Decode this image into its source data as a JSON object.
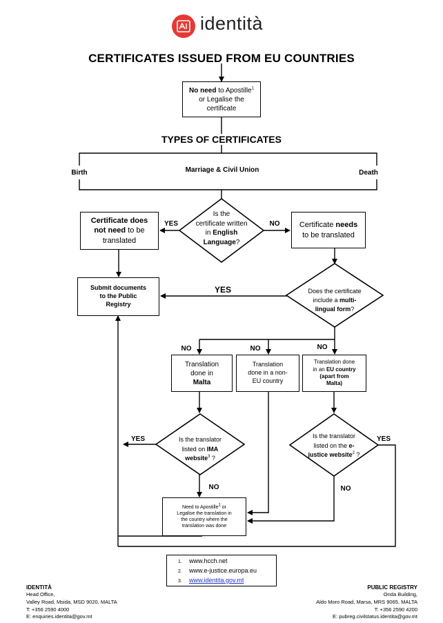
{
  "brand": {
    "name": "identità",
    "accent": "#e53935"
  },
  "title": "CERTIFICATES ISSUED FROM EU COUNTRIES",
  "apostille_box": {
    "bold": "No need",
    "rest_line1": " to Apostille",
    "sup": "1",
    "line2": "or Legalise the",
    "line3": "certificate"
  },
  "types_title": "TYPES OF CERTIFICATES",
  "types": {
    "left": "Birth",
    "middle": "Marriage & Civil Union",
    "right": "Death"
  },
  "decision_english": {
    "line1": "Is the",
    "line2": "certificate written",
    "line3_pre": "in ",
    "line3_bold": "English",
    "line4_bold": "Language",
    "line4_rest": "?"
  },
  "box_no_translation": {
    "line1_bold": "Certificate does",
    "line2_bold": "not need",
    "line2_rest": " to be",
    "line3": "translated"
  },
  "box_needs_translation": {
    "line1_pre": "Certificate ",
    "line1_bold": "needs",
    "line2": "to be translated"
  },
  "box_submit": {
    "line1": "Submit documents",
    "line2": "to the Public",
    "line3": "Registry"
  },
  "decision_multilingual": {
    "line1": "Does the certificate",
    "line2_pre": "include a ",
    "line2_bold": "multi-",
    "line3_bold": "lingual form",
    "line3_rest": "?"
  },
  "box_malta": {
    "line1": "Translation",
    "line2": "done in",
    "line3": "Malta"
  },
  "box_non_eu": {
    "line1": "Translation",
    "line2": "done in a non-",
    "line3": "EU country"
  },
  "box_eu": {
    "line1": "Translation done",
    "line2_pre": "in an ",
    "line2_bold": "EU country",
    "line3": "(apart from",
    "line4": "Malta)"
  },
  "decision_ima": {
    "line1": "Is the translator",
    "line2_pre": "listed on ",
    "line2_bold": "IMA",
    "line3_bold": "website",
    "line3_sup": "3",
    "line3_rest": " ?"
  },
  "decision_ejustice": {
    "line1": "Is the translator",
    "line2_pre": "listed on the ",
    "line2_bold": "e-",
    "line3_bold": "justice website",
    "line3_sup": "2",
    "line3_rest": " ?"
  },
  "box_legalise": {
    "line1_pre": "Need to Apostille",
    "line1_sup": "1",
    "line1_rest": " or",
    "line2": "Legalise the translation in",
    "line3": "the country where the",
    "line4": "translation was done"
  },
  "labels": {
    "yes": "YES",
    "no": "NO"
  },
  "links": [
    {
      "n": "1.",
      "text": "www.hcch.net"
    },
    {
      "n": "2.",
      "text": "www.e-justice.europa.eu"
    },
    {
      "n": "3.",
      "text": "www.identita.gov.mt"
    }
  ],
  "footer_left": {
    "head": "IDENTITÀ",
    "line1": "Head Office,",
    "line2": "Valley Road, Msida, MSD 9020, MALTA",
    "line3": "T: +356 2590 4000",
    "line4": "E: enquiries.identita@gov.mt"
  },
  "footer_right": {
    "head": "PUBLIC REGISTRY",
    "line1": "Onda Building,",
    "line2": "Aldo Moro Road, Marsa, MRS 9065, MALTA",
    "line3": "T: +356 2590 4200",
    "line4": "E: pubreg.civilstatus.identita@gov.mt"
  }
}
